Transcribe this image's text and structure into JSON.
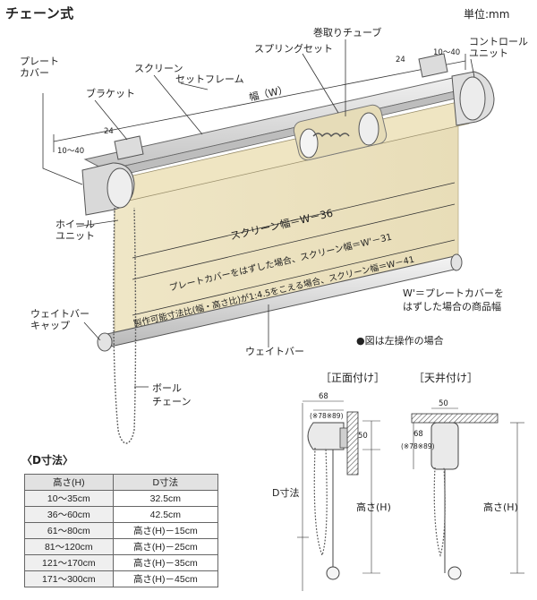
{
  "header": {
    "title": "チェーン式",
    "unit": "単位:mm"
  },
  "labels": {
    "plate_cover": "プレート\nカバー",
    "bracket": "ブラケット",
    "screen": "スクリーン",
    "set_frame": "セットフレーム",
    "width_w": "幅（W）",
    "spring_set": "スプリングセット",
    "winding_tube": "巻取りチューブ",
    "control_unit": "コントロール\nユニット",
    "dim_24_left": "24",
    "dim_10_40_left": "10～40",
    "dim_24_right": "24",
    "dim_10_40_right": "10～40",
    "wheel_unit": "ホイール\nユニット",
    "screen_width_1": "スクリーン幅＝W－36",
    "screen_width_2": "プレートカバーをはずした場合、スクリーン幅＝W'－31",
    "screen_width_3": "製作可能寸法比(幅・高さ比)が1:4.5をこえる場合、スクリーン幅＝W－41",
    "w_prime_note": "W'＝プレートカバーを\nはずした場合の商品幅",
    "weight_bar_cap": "ウェイトバー\nキャップ",
    "weight_bar": "ウェイトバー",
    "left_operation_note": "●図は左操作の場合",
    "ball_chain": "ボール\nチェーン"
  },
  "d_table": {
    "title": "〈D寸法〉",
    "headers": [
      "高さ(H)",
      "D寸法"
    ],
    "rows": [
      [
        "10～35cm",
        "32.5cm"
      ],
      [
        "36～60cm",
        "42.5cm"
      ],
      [
        "61～80cm",
        "高さ(H)－15cm"
      ],
      [
        "81～120cm",
        "高さ(H)－25cm"
      ],
      [
        "121～170cm",
        "高さ(H)－35cm"
      ],
      [
        "171～300cm",
        "高さ(H)－45cm"
      ]
    ]
  },
  "front_mount": {
    "title": "［正面付け］",
    "dim_68": "68",
    "dim_78_89": "(※78※89)",
    "dim_50": "50",
    "d_label": "D寸法",
    "h_label": "高さ(H)"
  },
  "ceiling_mount": {
    "title": "［天井付け］",
    "dim_50": "50",
    "dim_68": "68",
    "dim_78_89": "(※78※89)",
    "h_label": "高さ(H)"
  }
}
